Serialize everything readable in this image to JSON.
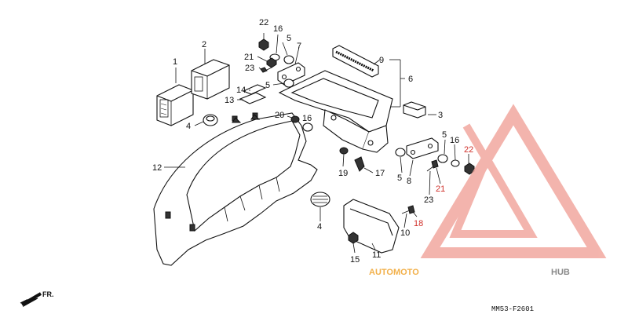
{
  "diagram": {
    "ref_code": "MM53-F2601",
    "direction_label": "FR.",
    "callouts": [
      {
        "id": "c1",
        "label": "1",
        "highlight": false
      },
      {
        "id": "c2",
        "label": "2",
        "highlight": false
      },
      {
        "id": "c3",
        "label": "3",
        "highlight": false
      },
      {
        "id": "c4a",
        "label": "4",
        "highlight": false
      },
      {
        "id": "c4b",
        "label": "4",
        "highlight": false
      },
      {
        "id": "c5a",
        "label": "5",
        "highlight": false
      },
      {
        "id": "c5b",
        "label": "5",
        "highlight": false
      },
      {
        "id": "c5c",
        "label": "5",
        "highlight": false
      },
      {
        "id": "c5d",
        "label": "5",
        "highlight": false
      },
      {
        "id": "c6",
        "label": "6",
        "highlight": false
      },
      {
        "id": "c7",
        "label": "7",
        "highlight": false
      },
      {
        "id": "c8",
        "label": "8",
        "highlight": false
      },
      {
        "id": "c9",
        "label": "9",
        "highlight": false
      },
      {
        "id": "c10",
        "label": "10",
        "highlight": false
      },
      {
        "id": "c11",
        "label": "11",
        "highlight": false
      },
      {
        "id": "c12",
        "label": "12",
        "highlight": false
      },
      {
        "id": "c13",
        "label": "13",
        "highlight": false
      },
      {
        "id": "c14",
        "label": "14",
        "highlight": false
      },
      {
        "id": "c15",
        "label": "15",
        "highlight": false
      },
      {
        "id": "c16a",
        "label": "16",
        "highlight": false
      },
      {
        "id": "c16b",
        "label": "16",
        "highlight": false
      },
      {
        "id": "c16c",
        "label": "16",
        "highlight": false
      },
      {
        "id": "c17",
        "label": "17",
        "highlight": false
      },
      {
        "id": "c18",
        "label": "18",
        "highlight": true
      },
      {
        "id": "c19",
        "label": "19",
        "highlight": false
      },
      {
        "id": "c20",
        "label": "20",
        "highlight": false
      },
      {
        "id": "c21a",
        "label": "21",
        "highlight": false
      },
      {
        "id": "c21b",
        "label": "21",
        "highlight": true
      },
      {
        "id": "c22a",
        "label": "22",
        "highlight": false
      },
      {
        "id": "c22b",
        "label": "22",
        "highlight": true
      },
      {
        "id": "c23a",
        "label": "23",
        "highlight": false
      },
      {
        "id": "c23b",
        "label": "23",
        "highlight": false
      }
    ]
  },
  "watermark": {
    "part1": "AUTOMOTO",
    "part2": "HUB",
    "color_primary": "#e85a4f",
    "color_light": "#f2a89f",
    "color_orange": "#f2b04a",
    "color_dark": "#8a8a8a"
  },
  "colors": {
    "ink": "#111111",
    "highlight": "#d0302a"
  }
}
